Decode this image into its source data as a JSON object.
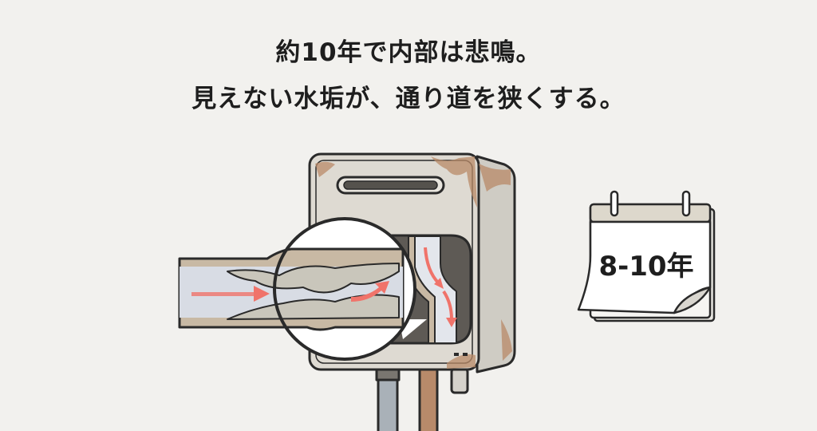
{
  "headline": {
    "line1": "約10年で内部は悲鳴。",
    "line2": "見えない水垢が、通り道を狭くする。"
  },
  "calendar": {
    "label": "8-10年"
  },
  "colors": {
    "background": "#f2f1ee",
    "arrow": "#f0736a",
    "rust": "#b98a68",
    "scale": "#c9c6bb",
    "pipe_wall": "#c8b9a4"
  }
}
